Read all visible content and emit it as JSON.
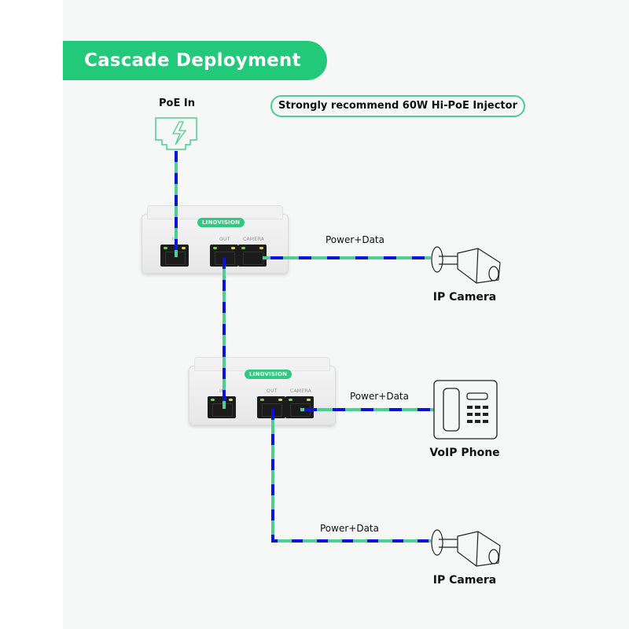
{
  "title": "Cascade Deployment",
  "recommendation": "Strongly recommend 60W Hi-PoE Injector",
  "poe_input": {
    "label": "PoE In",
    "icon": "ethernet-lightning-icon"
  },
  "splitters": [
    {
      "brand": "LINOVISION",
      "ports": [
        "IN",
        "OUT",
        "CAMERA"
      ]
    },
    {
      "brand": "LINOVISION",
      "ports": [
        "IN",
        "OUT",
        "CAMERA"
      ]
    }
  ],
  "links": [
    {
      "label": "Power+Data",
      "to": "IP Camera"
    },
    {
      "label": "Power+Data",
      "to": "VoIP Phone"
    },
    {
      "label": "Power+Data",
      "to": "IP Camera"
    }
  ],
  "endpoints": [
    {
      "label": "IP Camera",
      "icon": "ip-camera-icon"
    },
    {
      "label": "VoIP Phone",
      "icon": "voip-phone-icon"
    },
    {
      "label": "IP Camera",
      "icon": "ip-camera-icon"
    }
  ],
  "colors": {
    "accent": "#22c978",
    "cable_green": "#4ccf91",
    "cable_blue": "#0a14d6"
  }
}
